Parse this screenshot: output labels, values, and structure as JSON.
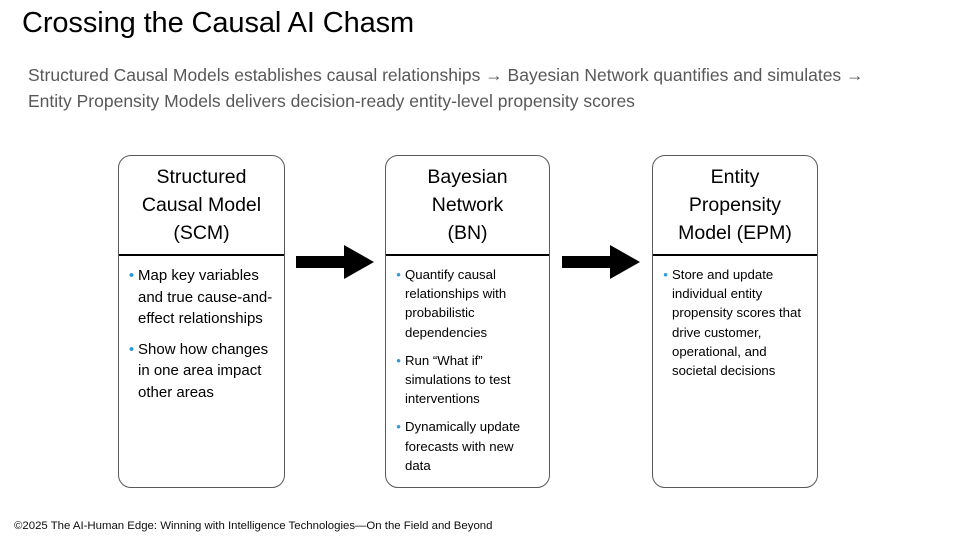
{
  "slide": {
    "title": "Crossing the Causal AI Chasm",
    "subtitle": "Structured Causal Models establishes causal relationships → Bayesian Network quantifies and simulates → Entity Propensity Models delivers decision-ready entity-level propensity scores",
    "footer": "©2025 The AI-Human Edge: Winning with Intelligence Technologies—On the Field and Beyond"
  },
  "theme": {
    "background": "#ffffff",
    "title_color": "#000000",
    "subtitle_color": "#585858",
    "box_border": "#595959",
    "divider": "#000000",
    "bullet_accent": "#2E9BD6",
    "arrow_color": "#000000",
    "footer_color": "#0d0d0d"
  },
  "diagram": {
    "type": "process-flow",
    "nodes": [
      {
        "id": "scm",
        "title": "Structured Causal Model (SCM)",
        "title_lines": [
          "Structured",
          "Causal Model",
          "(SCM)"
        ],
        "bullets": [
          "Map key variables and true cause-and-effect relationships",
          "Show how changes in one area impact other areas"
        ]
      },
      {
        "id": "bn",
        "title": "Bayesian Network (BN)",
        "title_lines": [
          "Bayesian",
          "Network",
          "(BN)"
        ],
        "bullets": [
          "Quantify causal relationships with probabilistic dependencies",
          "Run “What if” simulations to test interventions",
          "Dynamically update forecasts with new data"
        ]
      },
      {
        "id": "epm",
        "title": "Entity Propensity Model (EPM)",
        "title_lines": [
          "Entity",
          "Propensity",
          "Model (EPM)"
        ],
        "bullets": [
          "Store and update individual entity propensity scores that drive customer, operational, and societal decisions"
        ]
      }
    ],
    "connectors": [
      {
        "id": "arrow-scm-bn",
        "from": "scm",
        "to": "bn",
        "glyph": "right-arrow"
      },
      {
        "id": "arrow-bn-epm",
        "from": "bn",
        "to": "epm",
        "glyph": "right-arrow"
      }
    ],
    "bullet_glyph": "•"
  }
}
